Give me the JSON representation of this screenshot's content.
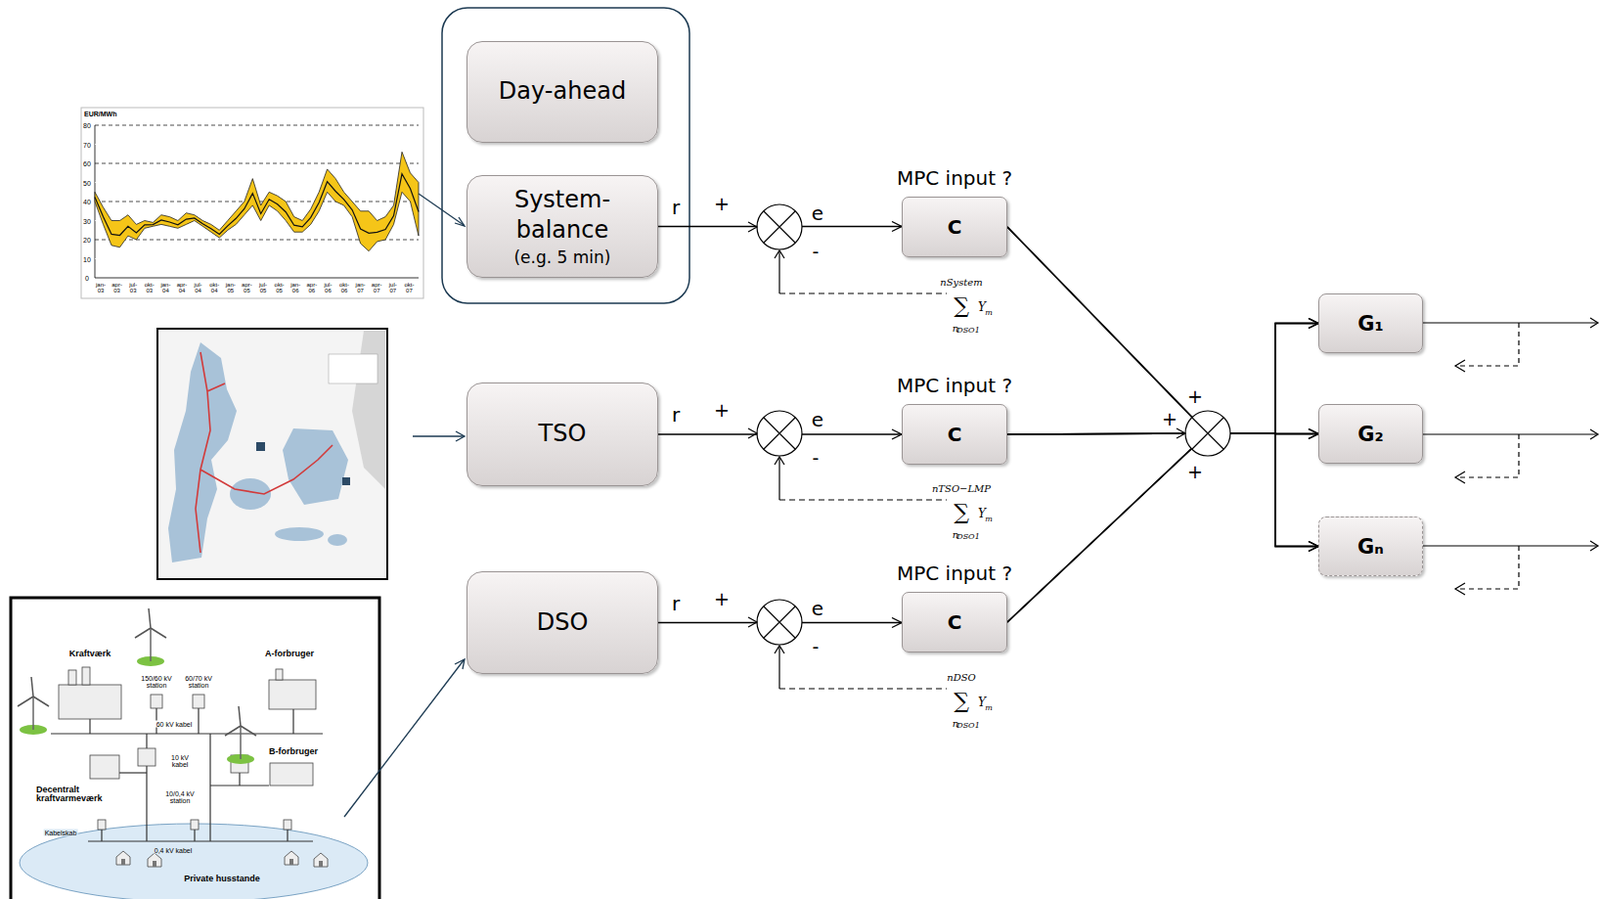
{
  "diagram": {
    "nodes": [
      {
        "text": [
          "Day-ahead"
        ]
      },
      {
        "text": [
          "System-balance",
          "(e.g. 5 min)"
        ]
      },
      {
        "text": [
          "TSO"
        ]
      },
      {
        "text": [
          "DSO"
        ]
      },
      {
        "text": [
          "MPC input ?",
          "C"
        ]
      },
      {
        "text": [
          "MPC input ?",
          "C"
        ]
      },
      {
        "text": [
          "MPC input ?",
          "C"
        ]
      },
      {
        "text": [
          "G₁"
        ]
      },
      {
        "text": [
          "G₂"
        ]
      },
      {
        "text": [
          "Gₙ"
        ]
      }
    ],
    "edges": [
      {
        "from": 1,
        "to": 4,
        "arrow": "to",
        "label": "r"
      },
      {
        "from": 2,
        "to": 5,
        "arrow": "to",
        "label": "r"
      },
      {
        "from": 3,
        "to": 6,
        "arrow": "to",
        "label": "r"
      },
      {
        "from": 4,
        "to": 7,
        "arrow": "to"
      },
      {
        "from": 4,
        "to": 8,
        "arrow": "to"
      },
      {
        "from": 4,
        "to": 9,
        "arrow": "to"
      },
      {
        "from": 5,
        "to": 7,
        "arrow": "to"
      },
      {
        "from": 5,
        "to": 8,
        "arrow": "to"
      },
      {
        "from": 5,
        "to": 9,
        "arrow": "to"
      },
      {
        "from": 6,
        "to": 7,
        "arrow": "to"
      },
      {
        "from": 6,
        "to": 8,
        "arrow": "to"
      },
      {
        "from": 6,
        "to": 9,
        "arrow": "to"
      }
    ],
    "labels": [
      "+",
      "e",
      "-",
      "+",
      "e",
      "-",
      "+",
      "e",
      "-",
      "+",
      "+",
      "+",
      "nSystem",
      "∑",
      "Y",
      "m",
      "n",
      "DSO1",
      "nTSO−LMP",
      "∑",
      "Y",
      "m",
      "n",
      "DSO1",
      "nDSO",
      "∑",
      "Y",
      "m",
      "n",
      "DSO1",
      "EUR/MWh",
      "80",
      "70",
      "60",
      "50",
      "40",
      "30",
      "20",
      "10",
      "0",
      "jan- 03",
      "apr- 03",
      "jul- 03",
      "okt- 03",
      "jan- 04",
      "apr- 04",
      "jul- 04",
      "okt- 04",
      "jan- 05",
      "apr- 05",
      "jul- 05",
      "okt- 05",
      "jan- 06",
      "apr- 06",
      "jul- 06",
      "okt- 06",
      "jan- 07",
      "apr- 07",
      "jul- 07",
      "okt- 07",
      "Kraftværk",
      "A-forbruger",
      "150/60 kV station",
      "60/70 kV station",
      "60 kV kabel",
      "10 kV kabel",
      "B-forbruger",
      "Decentralt kraftvarmeværk",
      "10/0,4 kV station",
      "Kabelskab",
      "0,4 kV kabel",
      "Private husstande"
    ]
  }
}
